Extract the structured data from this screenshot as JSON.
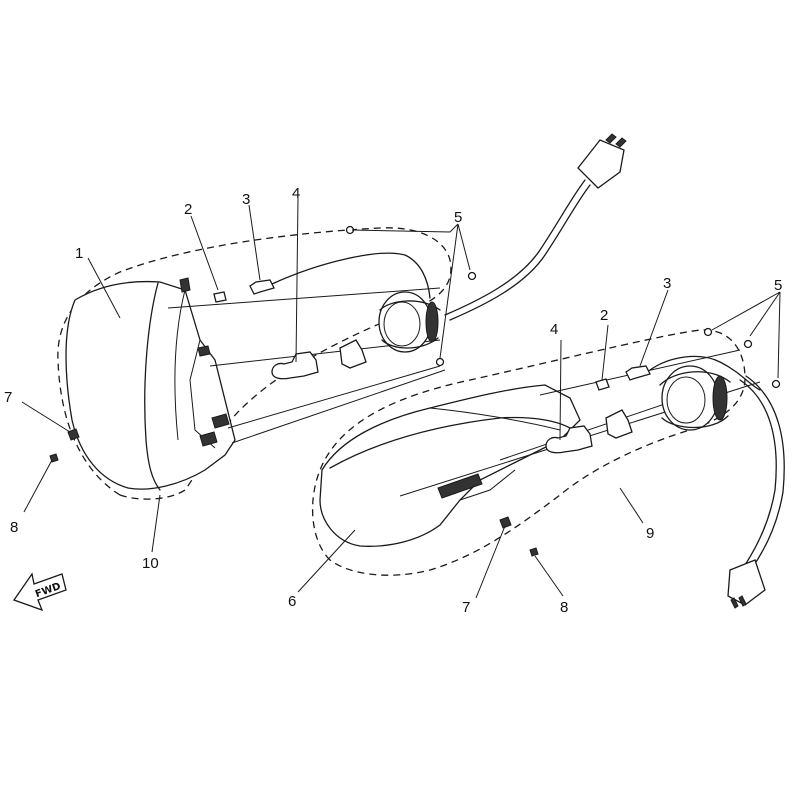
{
  "diagram": {
    "left_assembly": {
      "callouts": [
        "1",
        "2",
        "3",
        "4",
        "5",
        "7",
        "8",
        "10"
      ]
    },
    "right_assembly": {
      "callouts": [
        "4",
        "2",
        "3",
        "5",
        "9",
        "6",
        "7",
        "8"
      ]
    },
    "direction_marker": "FWD"
  }
}
